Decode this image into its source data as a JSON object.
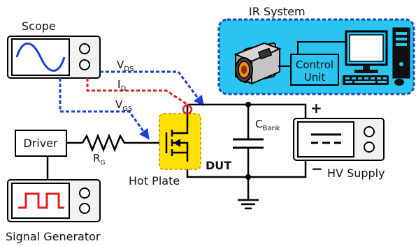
{
  "labels": {
    "scope": "Scope",
    "ir_system": "IR System",
    "control_unit_line1": "Control",
    "control_unit_line2": "Unit",
    "driver": "Driver",
    "signal_generator": "Signal Generator",
    "hot_plate": "Hot Plate",
    "dut": "DUT",
    "hv_supply": "HV Supply",
    "plus_sign": "+",
    "minus_sign": "−"
  },
  "signals": {
    "vds_main": "V",
    "vds_sub": "DS",
    "id_main": "I",
    "id_sub": "D",
    "vgs_main": "V",
    "vgs_sub": "GS",
    "rg_main": "R",
    "rg_sub": "G",
    "cbank_main": "C",
    "cbank_sub": "Bank"
  },
  "colors": {
    "vds_probe": "#1a3fd6",
    "vgs_probe": "#1a3fd6",
    "id_probe": "#e02020",
    "ir_box_fill": "#29c4ef",
    "ir_box_border": "#1848b8",
    "hot_plate": "#ffe000",
    "hot_plate_border": "#d9a300",
    "instrument_fill": "#f2f2f2",
    "wire": "#000000"
  }
}
